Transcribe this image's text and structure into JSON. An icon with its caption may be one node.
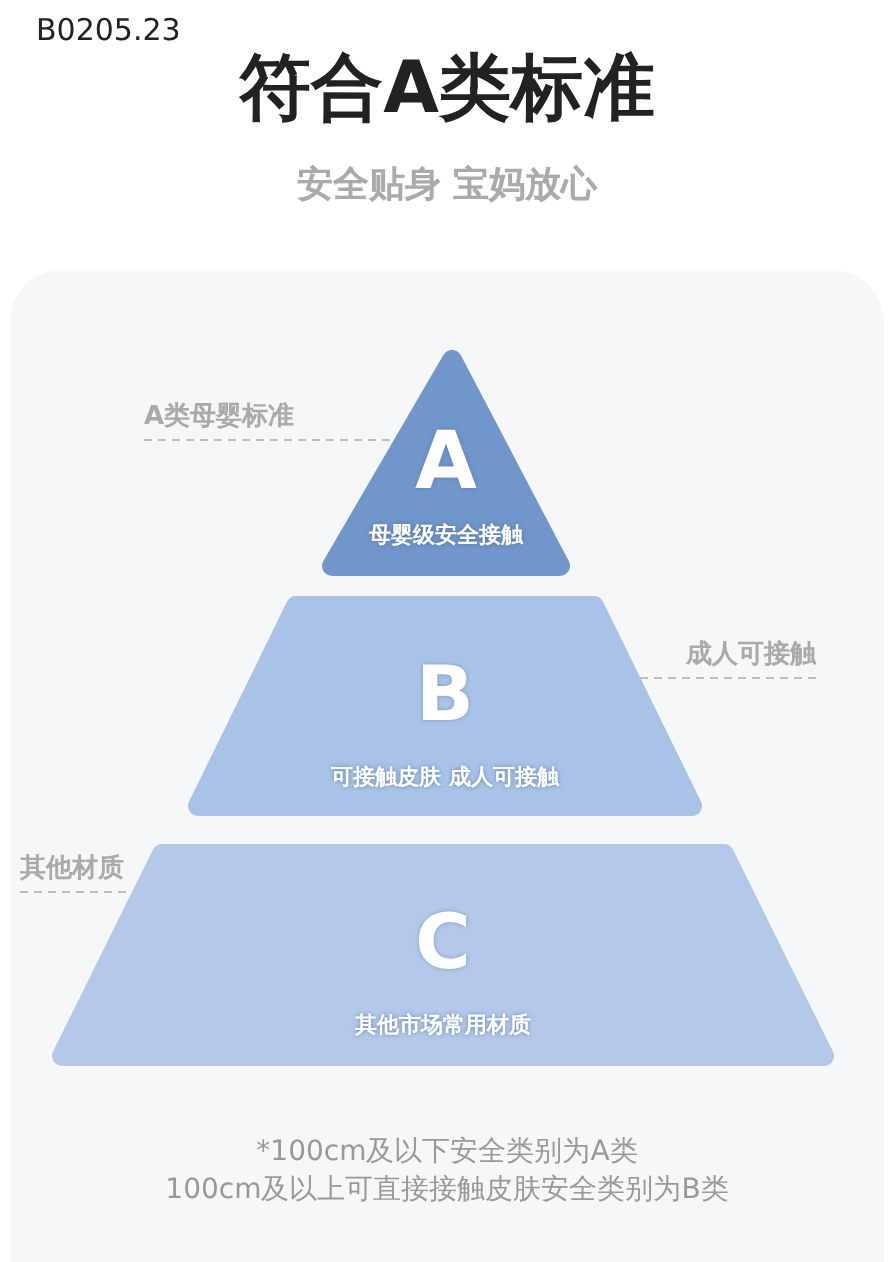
{
  "diagram": {
    "title": "符合A类标准",
    "nodes": [
      {
        "text": [
          "A类母婴标准"
        ]
      },
      {
        "text": [
          "A",
          "母婴级安全接触"
        ]
      },
      {
        "text": [
          "成人可接触"
        ]
      },
      {
        "text": [
          "B",
          "可接触皮肤 成人可接触"
        ]
      },
      {
        "text": [
          "其他材质"
        ]
      },
      {
        "text": [
          "C",
          "其他市场常用材质"
        ]
      }
    ],
    "edges": [
      {
        "from": 0,
        "to": 1,
        "arrow": "none",
        "style": "dashed"
      },
      {
        "from": 2,
        "to": 3,
        "arrow": "none",
        "style": "dashed"
      },
      {
        "from": 4,
        "to": 5,
        "arrow": "none",
        "style": "dashed"
      }
    ],
    "labels": [
      "B0205.23",
      "安全贴身 宝妈放心",
      "*100cm及以下安全类别为A类",
      "100cm及以上可直接接触皮肤安全类别为B类"
    ]
  }
}
